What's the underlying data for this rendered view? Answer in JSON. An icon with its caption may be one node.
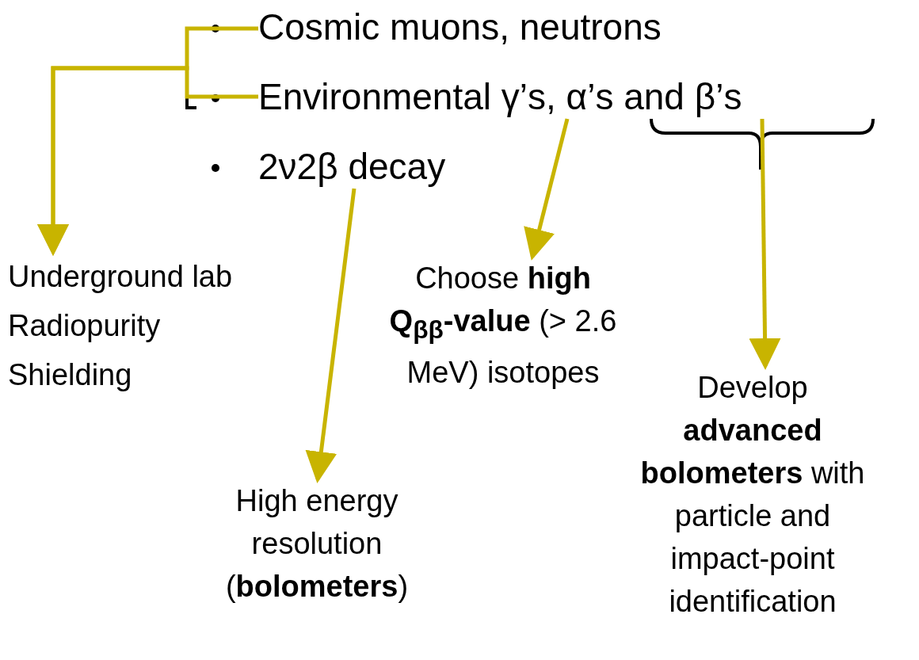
{
  "diagram": {
    "nodes": [
      {
        "text": [
          "Cosmic muons, neutrons"
        ]
      },
      {
        "text": [
          "Environmental γ’s, α’s and β’s"
        ]
      },
      {
        "text": [
          "2ν2β decay"
        ]
      },
      {
        "text": [
          "Underground lab",
          "Radiopurity",
          "Shielding"
        ]
      },
      {
        "text": [
          "Choose **high Q$_{ββ}$-value** (> 2.6 MeV) isotopes"
        ]
      },
      {
        "text": [
          "High energy resolution (**bolometers**)"
        ]
      },
      {
        "text": [
          "Develop **advanced bolometers** with particle and impact-point identification"
        ]
      }
    ],
    "edges": [
      {
        "from": 0,
        "to": 3,
        "arrow": "to"
      },
      {
        "from": 1,
        "to": 3,
        "arrow": "to"
      },
      {
        "from": 1,
        "to": 4,
        "arrow": "to"
      },
      {
        "from": 2,
        "to": 5,
        "arrow": "to"
      },
      {
        "from": 1,
        "to": 6,
        "arrow": "to"
      }
    ]
  }
}
